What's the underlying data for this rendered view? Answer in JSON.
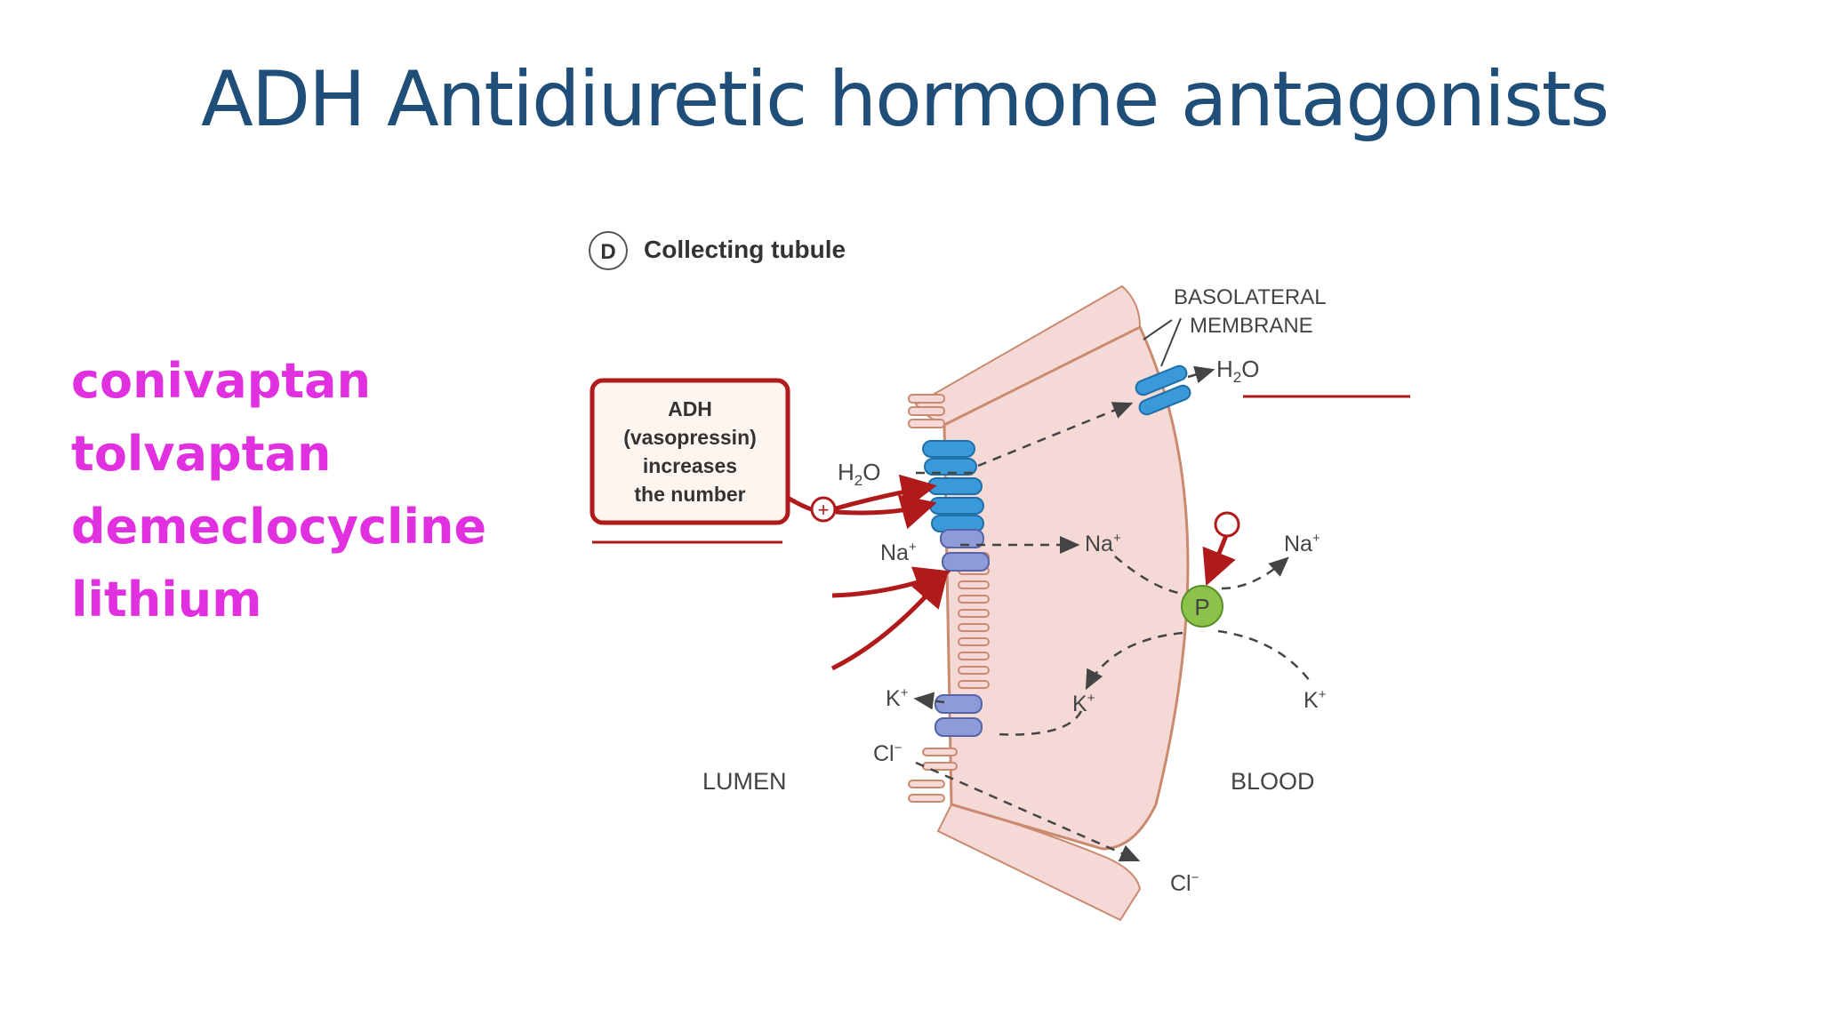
{
  "title": "ADH  Antidiuretic hormone antagonists",
  "drugs": [
    "conivaptan",
    "tolvaptan",
    "demeclocycline",
    "lithium"
  ],
  "figure": {
    "panel_letter": "D",
    "panel_title": "Collecting tubule",
    "basolateral_line1": "BASOLATERAL",
    "basolateral_line2": "MEMBRANE",
    "adh_box": [
      "ADH",
      "(vasopressin)",
      "increases",
      "the number"
    ],
    "h2o": "H",
    "h2o_sub": "2",
    "h2o_end": "O",
    "na": "Na",
    "k": "K",
    "plus": "+",
    "cl": "Cl",
    "minus": "−",
    "pump": "P",
    "lumen": "LUMEN",
    "blood": "BLOOD"
  },
  "colors": {
    "title": "#1f4e79",
    "drugs": "#e030e0",
    "cell": "#f4d9d6",
    "cell_edge": "#c98a70",
    "water_channel": "#3a9ad9",
    "ion_channel": "#8d9bd8",
    "adh_arrow": "#b01a1a",
    "pump": "#8bc34a"
  }
}
